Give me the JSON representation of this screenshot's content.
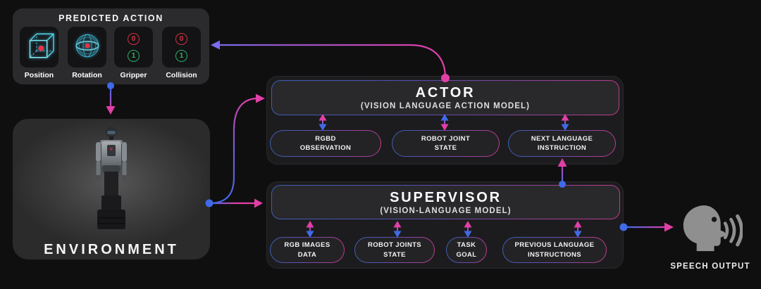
{
  "colors": {
    "background": "#0f0f10",
    "panel_gray": "#2b2b2d",
    "section_gray": "#1c1c1e",
    "accent_blue": "#3f6ae8",
    "accent_pink": "#e23fa6",
    "accent_purple": "#7a6cf0",
    "value_red": "#d03340",
    "value_green": "#2bb06a",
    "wireframe_cyan": "#4fd8ef"
  },
  "predicted_action": {
    "title": "PREDICTED ACTION",
    "tiles": [
      {
        "label": "Position",
        "icon": "cube-icon"
      },
      {
        "label": "Rotation",
        "icon": "sphere-icon"
      },
      {
        "label": "Gripper",
        "icon": "binary-state-icon",
        "values": [
          "0",
          "1"
        ]
      },
      {
        "label": "Collision",
        "icon": "binary-state-icon",
        "values": [
          "0",
          "1"
        ]
      }
    ]
  },
  "environment": {
    "label": "ENVIRONMENT",
    "icon": "humanoid-robot-image"
  },
  "actor": {
    "title": "ACTOR",
    "subtitle": "(VISION LANGUAGE ACTION MODEL)",
    "inputs": [
      {
        "label": "RGBD OBSERVATION"
      },
      {
        "label": "ROBOT JOINT STATE"
      },
      {
        "label": "NEXT LANGUAGE INSTRUCTION"
      }
    ]
  },
  "supervisor": {
    "title": "SUPERVISOR",
    "subtitle": "(VISION-LANGUAGE MODEL)",
    "inputs": [
      {
        "label": "RGB IMAGES DATA"
      },
      {
        "label": "ROBOT JOINTS STATE"
      },
      {
        "label": "TASK GOAL"
      },
      {
        "label": "PREVIOUS LANGUAGE INSTRUCTIONS"
      }
    ]
  },
  "speech_output": {
    "label": "SPEECH OUTPUT",
    "icon": "speaking-head-icon"
  }
}
